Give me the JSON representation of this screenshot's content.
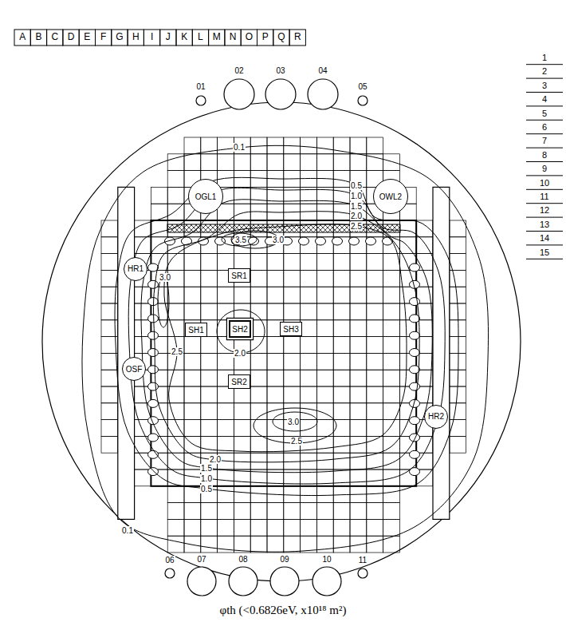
{
  "diagram": {
    "caption": "φth (<0.6826eV, x10¹⁸ m²)",
    "nodes": [
      {
        "text": [
          "OGL1"
        ]
      },
      {
        "text": [
          "OWL2"
        ]
      },
      {
        "text": [
          "HR1"
        ]
      },
      {
        "text": [
          "SR1"
        ]
      },
      {
        "text": [
          "SH1"
        ]
      },
      {
        "text": [
          "SH2"
        ]
      },
      {
        "text": [
          "SH3"
        ]
      },
      {
        "text": [
          "OSF"
        ]
      },
      {
        "text": [
          "SR2"
        ]
      },
      {
        "text": [
          "HR2"
        ]
      }
    ],
    "labels": [
      "A",
      "B",
      "C",
      "D",
      "E",
      "F",
      "G",
      "H",
      "I",
      "J",
      "K",
      "L",
      "M",
      "N",
      "O",
      "P",
      "Q",
      "R",
      "1",
      "2",
      "3",
      "4",
      "5",
      "6",
      "7",
      "8",
      "9",
      "10",
      "11",
      "12",
      "13",
      "14",
      "15",
      "01",
      "02",
      "03",
      "04",
      "05",
      "06",
      "07",
      "08",
      "09",
      "10",
      "11",
      "0.1",
      "0.5",
      "1.0",
      "1.5",
      "2.0",
      "2.5",
      "3.5",
      "3.0",
      "3.0",
      "2.5",
      "2.0",
      "3.0",
      "2.5",
      "2.0",
      "1.5",
      "1.0",
      "0.5",
      "0.1"
    ]
  }
}
